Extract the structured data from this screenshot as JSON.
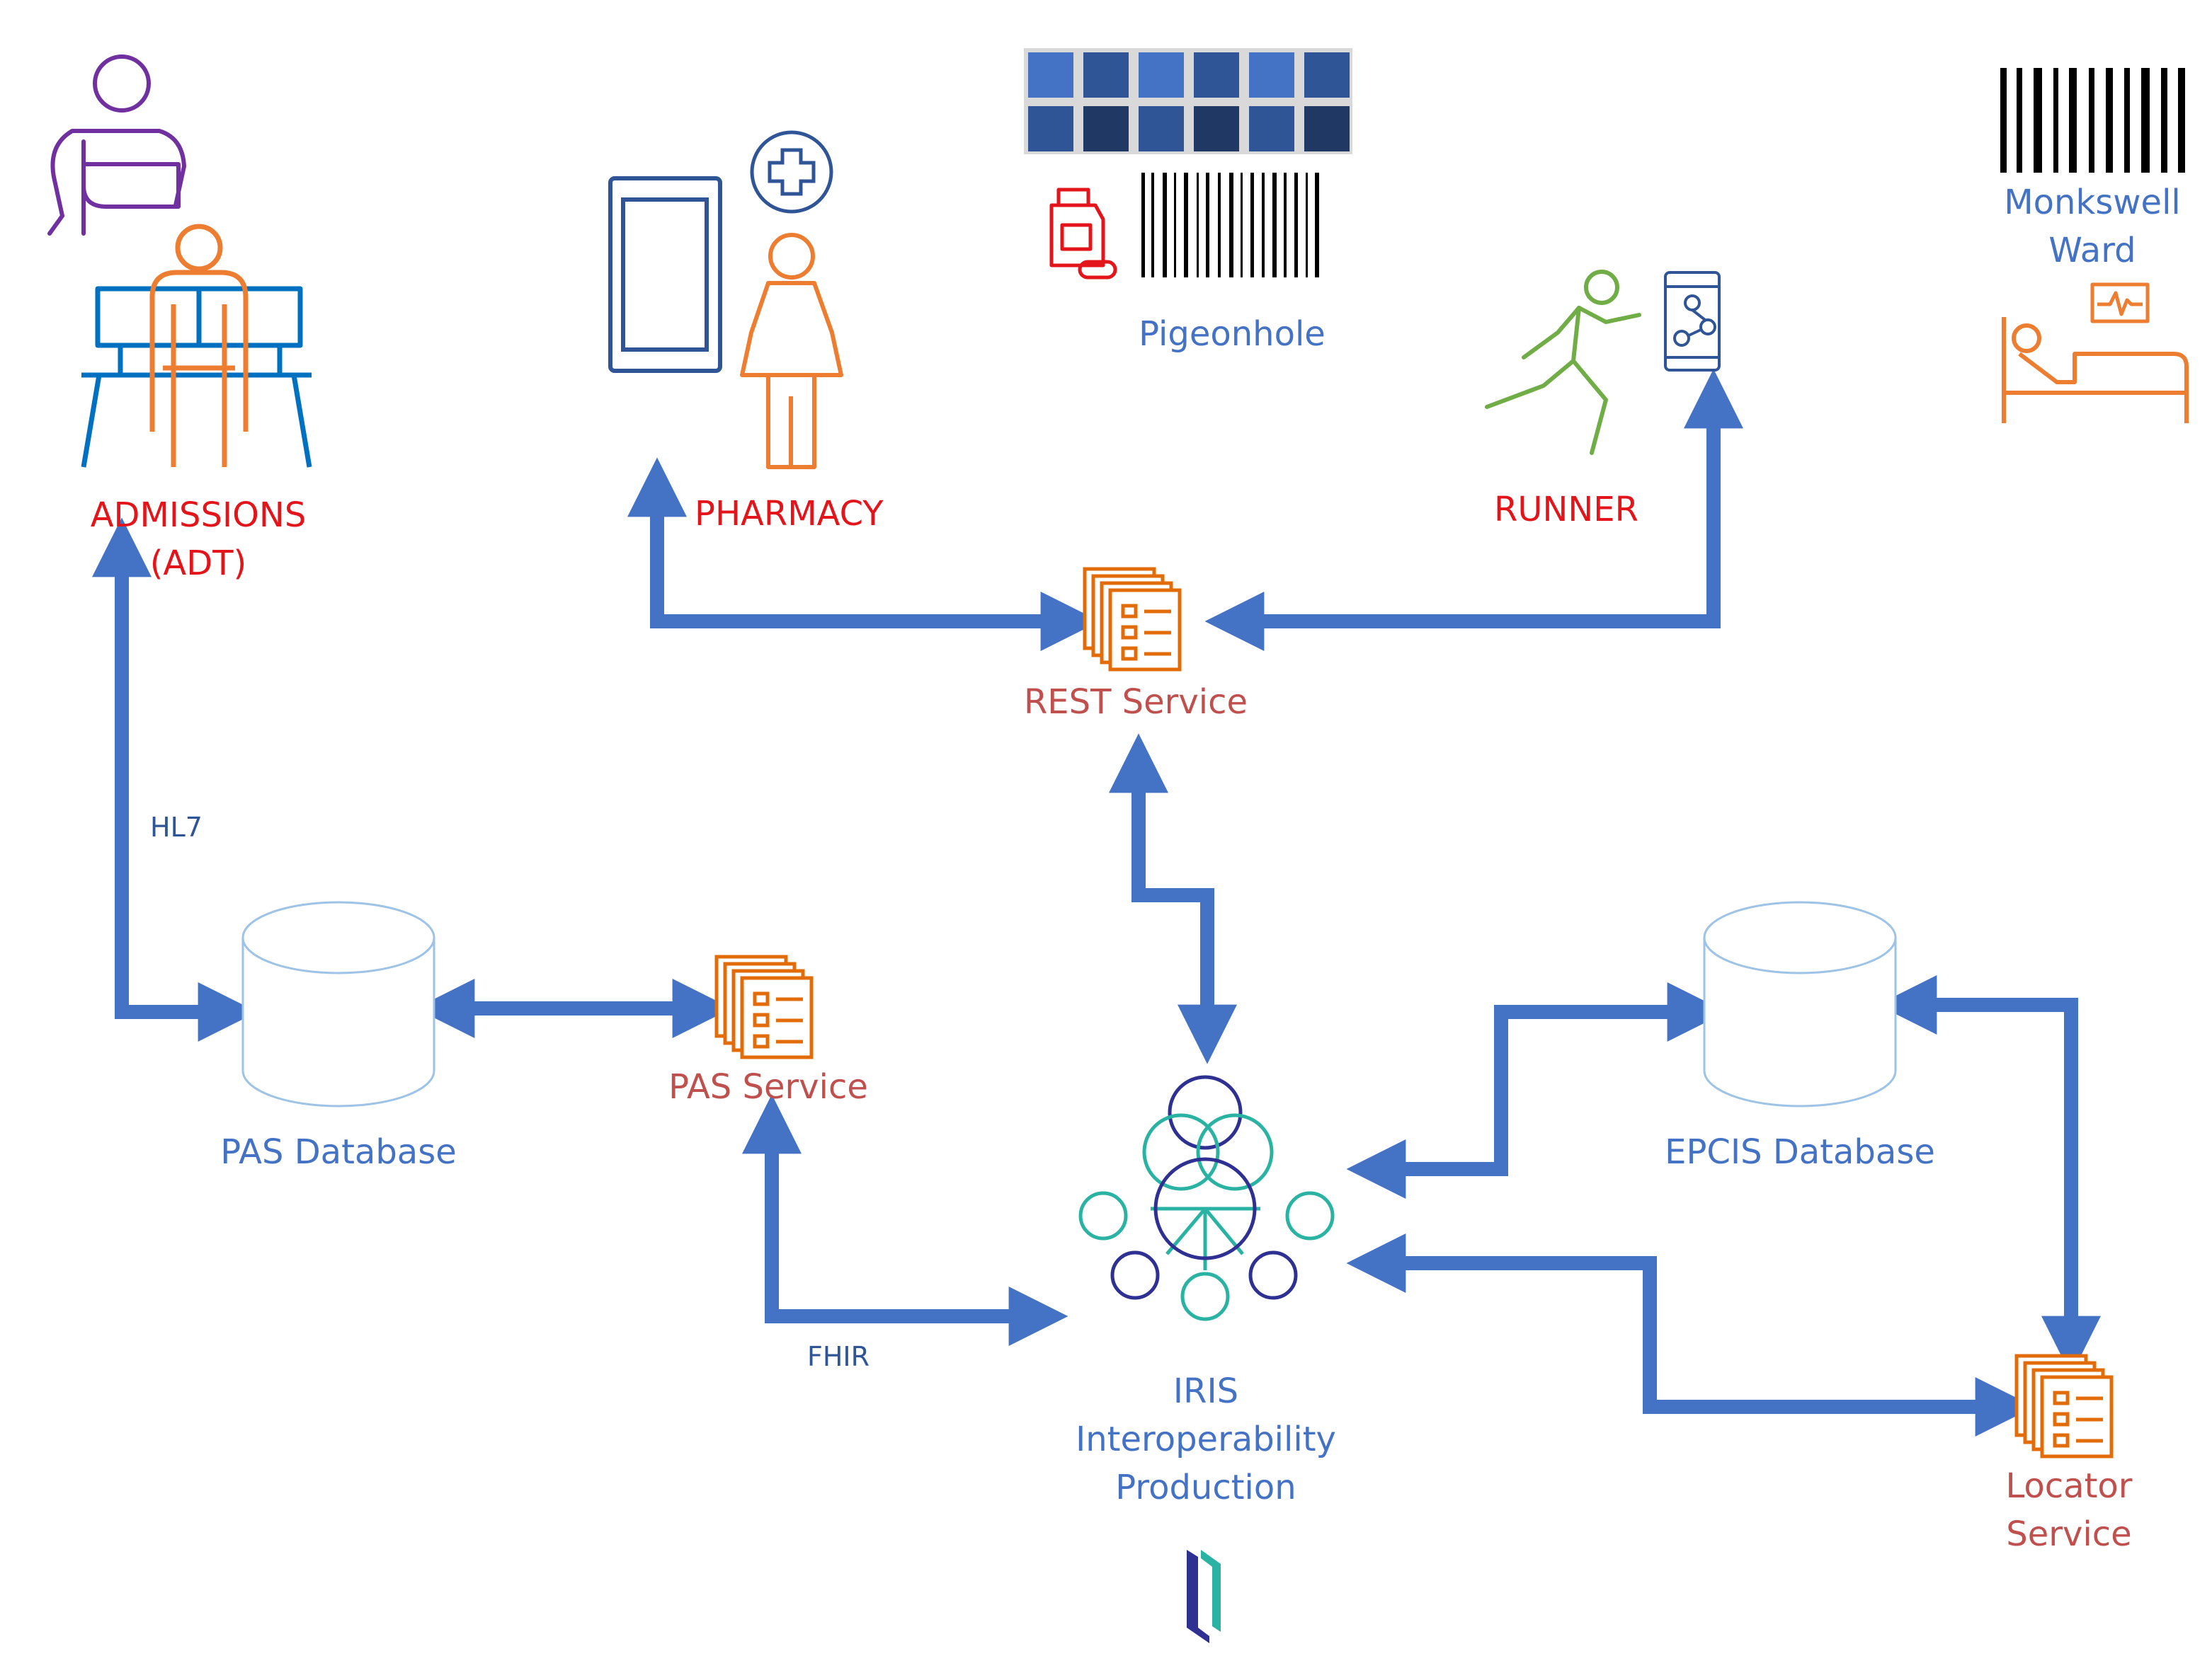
{
  "nodes": {
    "admissions": {
      "line1": "ADMISSIONS",
      "line2": "(ADT)"
    },
    "pharmacy": {
      "label": "PHARMACY"
    },
    "pigeonhole": {
      "label": "Pigeonhole"
    },
    "runner": {
      "label": "RUNNER"
    },
    "ward": {
      "line1": "Monkswell",
      "line2": "Ward"
    },
    "rest_service": {
      "label": "REST Service"
    },
    "pas_database": {
      "label": "PAS Database"
    },
    "pas_service": {
      "label": "PAS Service"
    },
    "epcis_database": {
      "label": "EPCIS Database"
    },
    "iris": {
      "line1": "IRIS",
      "line2": "Interoperability",
      "line3": "Production"
    },
    "locator_service": {
      "line1": "Locator",
      "line2": "Service"
    }
  },
  "edges": {
    "hl7": "HL7",
    "fhir": "FHIR"
  },
  "colors": {
    "arrow": "#4472c4",
    "red_label": "#e3151a",
    "service": "#e36c0a",
    "admin_person": "#7030a0",
    "runner": "#70ad47",
    "iris_teal": "#2ab3a3",
    "iris_navy": "#2e3192"
  },
  "icons": [
    "patient-sling-icon",
    "workstation-person-icon",
    "tablet-icon",
    "medical-cross-icon",
    "pharmacist-icon",
    "pigeonhole-grid-icon",
    "medicine-bottle-icon",
    "barcode-icon",
    "running-person-icon",
    "smartphone-network-icon",
    "hospital-bed-icon",
    "heart-monitor-icon",
    "service-document-icon",
    "database-cylinder-icon",
    "iris-network-icon",
    "intersystems-logo-icon"
  ]
}
